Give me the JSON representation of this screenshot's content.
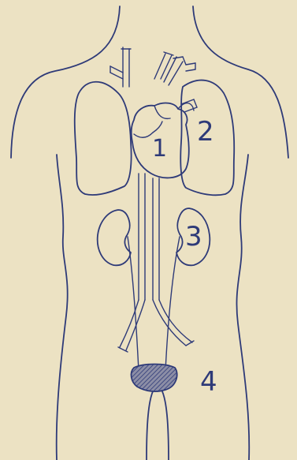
{
  "labels": {
    "heart": "1",
    "lung": "2",
    "kidney": "3",
    "bladder": "4"
  },
  "colors": {
    "paper": "#ece2c3",
    "ink": "#2e3a78"
  }
}
